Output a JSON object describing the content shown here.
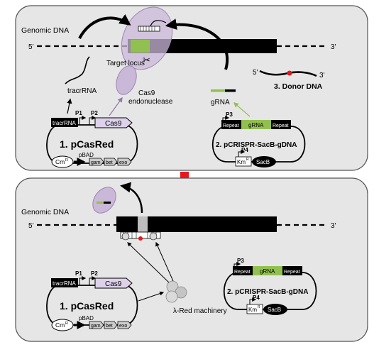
{
  "panel_top": {
    "genomic_label": "Genomic DNA",
    "five_prime": "5'",
    "three_prime": "3'",
    "target_locus": "Target locus",
    "tracrrna": "tracrRNA",
    "cas9_endo_1": "Cas9",
    "cas9_endo_2": "endonuclease",
    "grna": "gRNA",
    "donor_label": "3. Donor DNA",
    "donor_five": "5'",
    "donor_three": "3'",
    "plasmid1": {
      "tracr": "tracrRNA",
      "p1": "P1",
      "p2": "P2",
      "cas9": "Cas9",
      "name": "1. pCasRed",
      "pbad": "pBAD",
      "cm": "Cm",
      "cm_sup": "R",
      "gam": "gam",
      "bet": "bet",
      "exo": "exo"
    },
    "plasmid2": {
      "p3": "P3",
      "repeat1": "Repeat",
      "grna": "gRNA",
      "repeat2": "Repeat",
      "name": "2. pCRISPR-SacB-gDNA",
      "p4": "P4",
      "km": "Km",
      "km_sup": "R",
      "sacb": "SacB"
    }
  },
  "panel_bottom": {
    "genomic_label": "Genomic DNA",
    "five_prime": "5'",
    "three_prime": "3'",
    "lambda_red": "λ-Red machinery",
    "plasmid1": {
      "tracr": "tracrRNA",
      "p1": "P1",
      "p2": "P2",
      "cas9": "Cas9",
      "name": "1. pCasRed",
      "pbad": "pBAD",
      "cm": "Cm",
      "cm_sup": "R",
      "gam": "gam",
      "bet": "bet",
      "exo": "exo"
    },
    "plasmid2": {
      "p3": "P3",
      "repeat1": "Repeat",
      "grna": "gRNA",
      "repeat2": "Repeat",
      "name": "2. pCRISPR-SacB-gDNA",
      "p4": "P4",
      "km": "Km",
      "km_sup": "R",
      "sacb": "SacB"
    }
  },
  "colors": {
    "panel_bg": "#e6e6e6",
    "cas9_purple": "#c9b8d8",
    "grna_green": "#92c050",
    "red_arrow": "#e8171d"
  }
}
